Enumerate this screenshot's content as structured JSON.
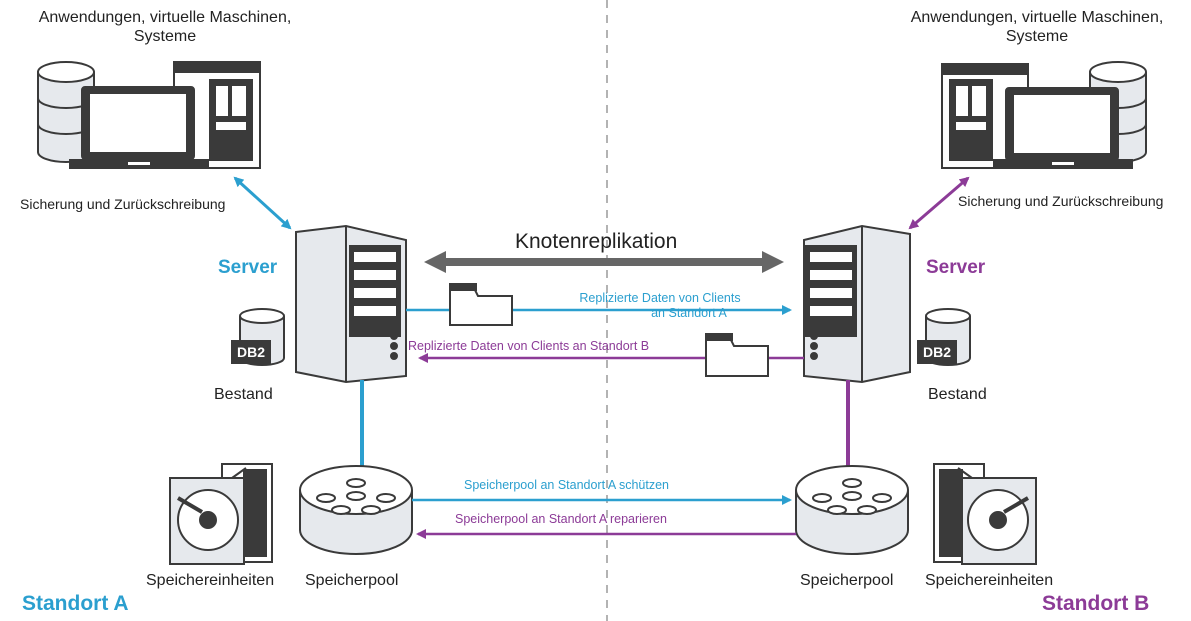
{
  "left": {
    "systems_label_l1": "Anwendungen, virtuelle Maschinen,",
    "systems_label_l2": "Systeme",
    "backup_label": "Sicherung und Zurückschreibung",
    "server_label": "Server",
    "inventory_label": "Bestand",
    "devices_label": "Speichereinheiten",
    "pool_label": "Speicherpool",
    "site_label": "Standort A"
  },
  "right": {
    "systems_label_l1": "Anwendungen, virtuelle Maschinen,",
    "systems_label_l2": "Systeme",
    "backup_label": "Sicherung und Zurückschreibung",
    "server_label": "Server",
    "inventory_label": "Bestand",
    "devices_label": "Speichereinheiten",
    "pool_label": "Speicherpool",
    "site_label": "Standort B"
  },
  "center": {
    "replication_label": "Knotenreplikation",
    "replicated_a_l1": "Replizierte Daten von Clients",
    "replicated_a_l2": "an Standort A",
    "replicated_b": "Replizierte Daten von Clients an Standort B",
    "protect_label": "Speicherpool an Standort A schützen",
    "repair_label": "Speicherpool an Standort A reparieren"
  },
  "db_badge": "DB2",
  "colors": {
    "site_a": "#2b9fcf",
    "site_b": "#8c3b97",
    "neutral_arrow": "#666666",
    "outline": "#3a3a3a"
  }
}
